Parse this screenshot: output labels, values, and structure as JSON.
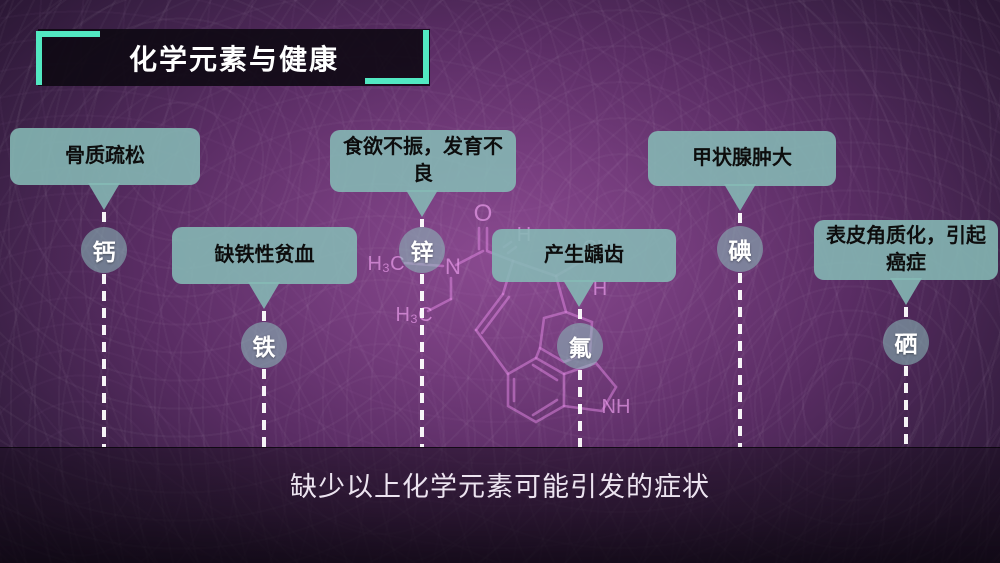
{
  "slide": {
    "title": "化学元素与健康",
    "footer": "缺少以上化学元素可能引发的症状"
  },
  "callouts": [
    {
      "element": "钙",
      "symptom": "骨质疏松"
    },
    {
      "element": "铁",
      "symptom": "缺铁性贫血"
    },
    {
      "element": "锌",
      "symptom": "食欲不振，发育不良"
    },
    {
      "element": "氟",
      "symptom": "产生龋齿"
    },
    {
      "element": "碘",
      "symptom": "甲状腺肿大"
    },
    {
      "element": "硒",
      "symptom": "表皮角质化，引起癌症"
    }
  ],
  "molecule": {
    "labels": {
      "o": "O",
      "h_top": "H",
      "ch3": "CH₃",
      "h_right": "H",
      "n": "N",
      "h3c_left": "H₃C",
      "h3c_bottom": "H₃C",
      "nh": "NH"
    }
  },
  "colors": {
    "accent_mint": "#52e8c2",
    "bubble_teal": "#85b9b5",
    "background_purple": "#5a2d64",
    "molecule_pink": "#de86e0",
    "title_bar_bg": "#0d0811"
  }
}
